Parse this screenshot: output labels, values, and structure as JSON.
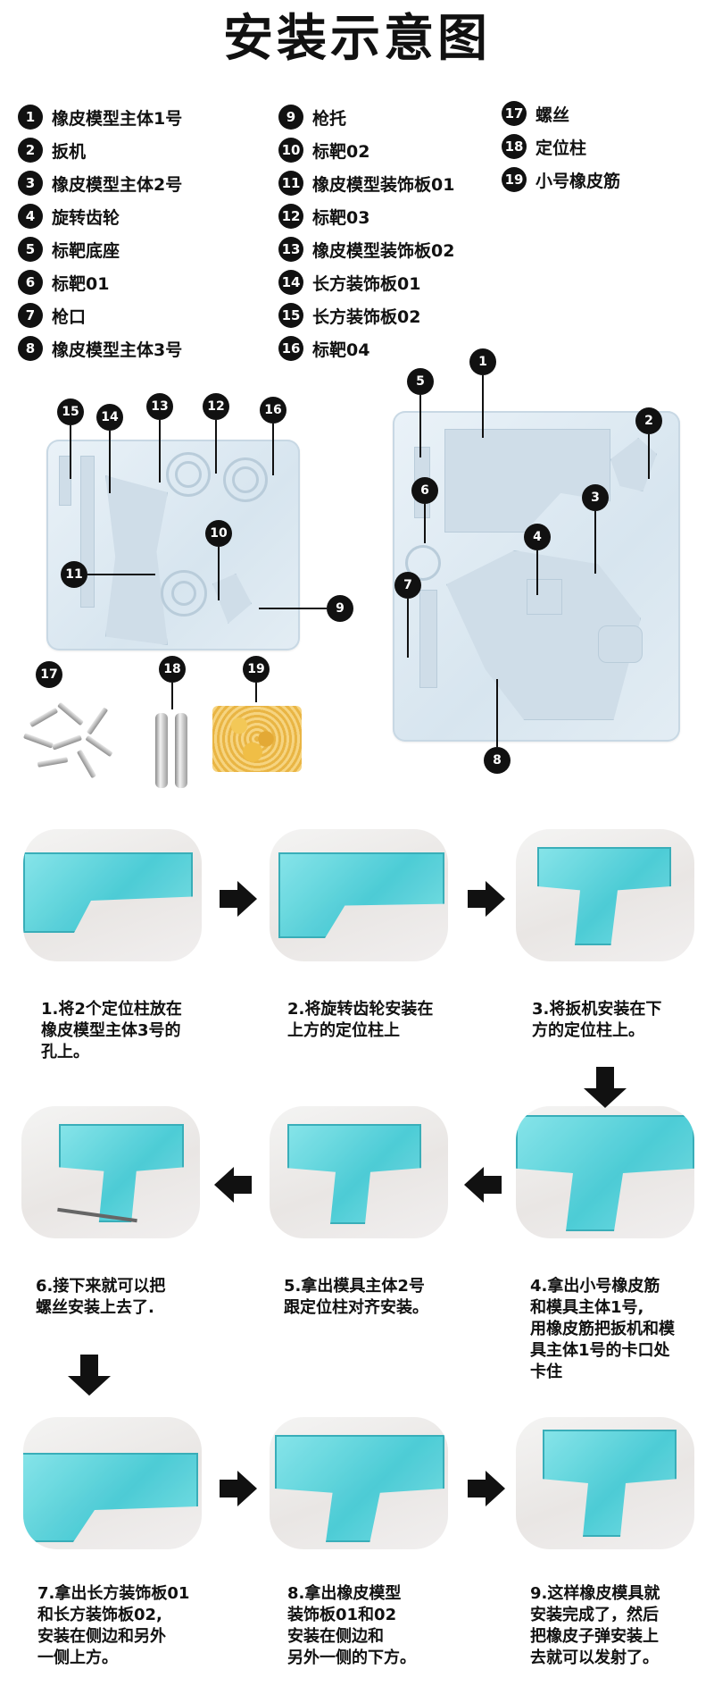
{
  "title": "安装示意图",
  "legend": [
    {
      "n": "1",
      "text": "橡皮模型主体1号"
    },
    {
      "n": "2",
      "text": "扳机"
    },
    {
      "n": "3",
      "text": "橡皮模型主体2号"
    },
    {
      "n": "4",
      "text": "旋转齿轮"
    },
    {
      "n": "5",
      "text": "标靶底座"
    },
    {
      "n": "6",
      "text": "标靶01"
    },
    {
      "n": "7",
      "text": "枪口"
    },
    {
      "n": "8",
      "text": "橡皮模型主体3号"
    },
    {
      "n": "9",
      "text": "枪托"
    },
    {
      "n": "10",
      "text": "标靶02"
    },
    {
      "n": "11",
      "text": "橡皮模型装饰板01"
    },
    {
      "n": "12",
      "text": "标靶03"
    },
    {
      "n": "13",
      "text": "橡皮模型装饰板02"
    },
    {
      "n": "14",
      "text": "长方装饰板01"
    },
    {
      "n": "15",
      "text": "长方装饰板02"
    },
    {
      "n": "16",
      "text": "标靶04"
    },
    {
      "n": "17",
      "text": "螺丝"
    },
    {
      "n": "18",
      "text": "定位柱"
    },
    {
      "n": "19",
      "text": "小号橡皮筋"
    }
  ],
  "callouts": {
    "c15": "15",
    "c14": "14",
    "c13": "13",
    "c12": "12",
    "c16": "16",
    "c10": "10",
    "c11": "11",
    "c9": "9",
    "c1": "1",
    "c5": "5",
    "c2": "2",
    "c6": "6",
    "c3": "3",
    "c4": "4",
    "c7": "7",
    "c8": "8",
    "c17": "17",
    "c18": "18",
    "c19": "19"
  },
  "steps": [
    {
      "n": "1",
      "lines": [
        "1.将2个定位柱放在",
        "橡皮模型主体3号的",
        "孔上。"
      ]
    },
    {
      "n": "2",
      "lines": [
        "2.将旋转齿轮安装在",
        "上方的定位柱上"
      ]
    },
    {
      "n": "3",
      "lines": [
        "3.将扳机安装在下",
        "方的定位柱上。"
      ]
    },
    {
      "n": "4",
      "lines": [
        "4.拿出小号橡皮筋",
        "和模具主体1号,",
        "用橡皮筋把扳机和模",
        "具主体1号的卡口处",
        "卡住"
      ]
    },
    {
      "n": "5",
      "lines": [
        "5.拿出模具主体2号",
        "跟定位柱对齐安装。"
      ]
    },
    {
      "n": "6",
      "lines": [
        "6.接下来就可以把",
        "螺丝安装上去了."
      ]
    },
    {
      "n": "7",
      "lines": [
        "7.拿出长方装饰板01",
        "和长方装饰板02,",
        "安装在侧边和另外",
        "一侧上方。"
      ]
    },
    {
      "n": "8",
      "lines": [
        "8.拿出橡皮模型",
        "装饰板01和02",
        "安装在侧边和",
        "另外一侧的下方。"
      ]
    },
    {
      "n": "9",
      "lines": [
        "9.这样橡皮模具就",
        "安装完成了，然后",
        "把橡皮子弹安装上",
        "去就可以发射了。"
      ]
    }
  ],
  "colors": {
    "accent": "#111111",
    "mold": "#d7e5ef",
    "resin": "#3fc9d4"
  },
  "icons": {
    "next_right": "arrow-right-icon",
    "next_left": "arrow-left-icon",
    "next_down": "arrow-down-icon"
  }
}
